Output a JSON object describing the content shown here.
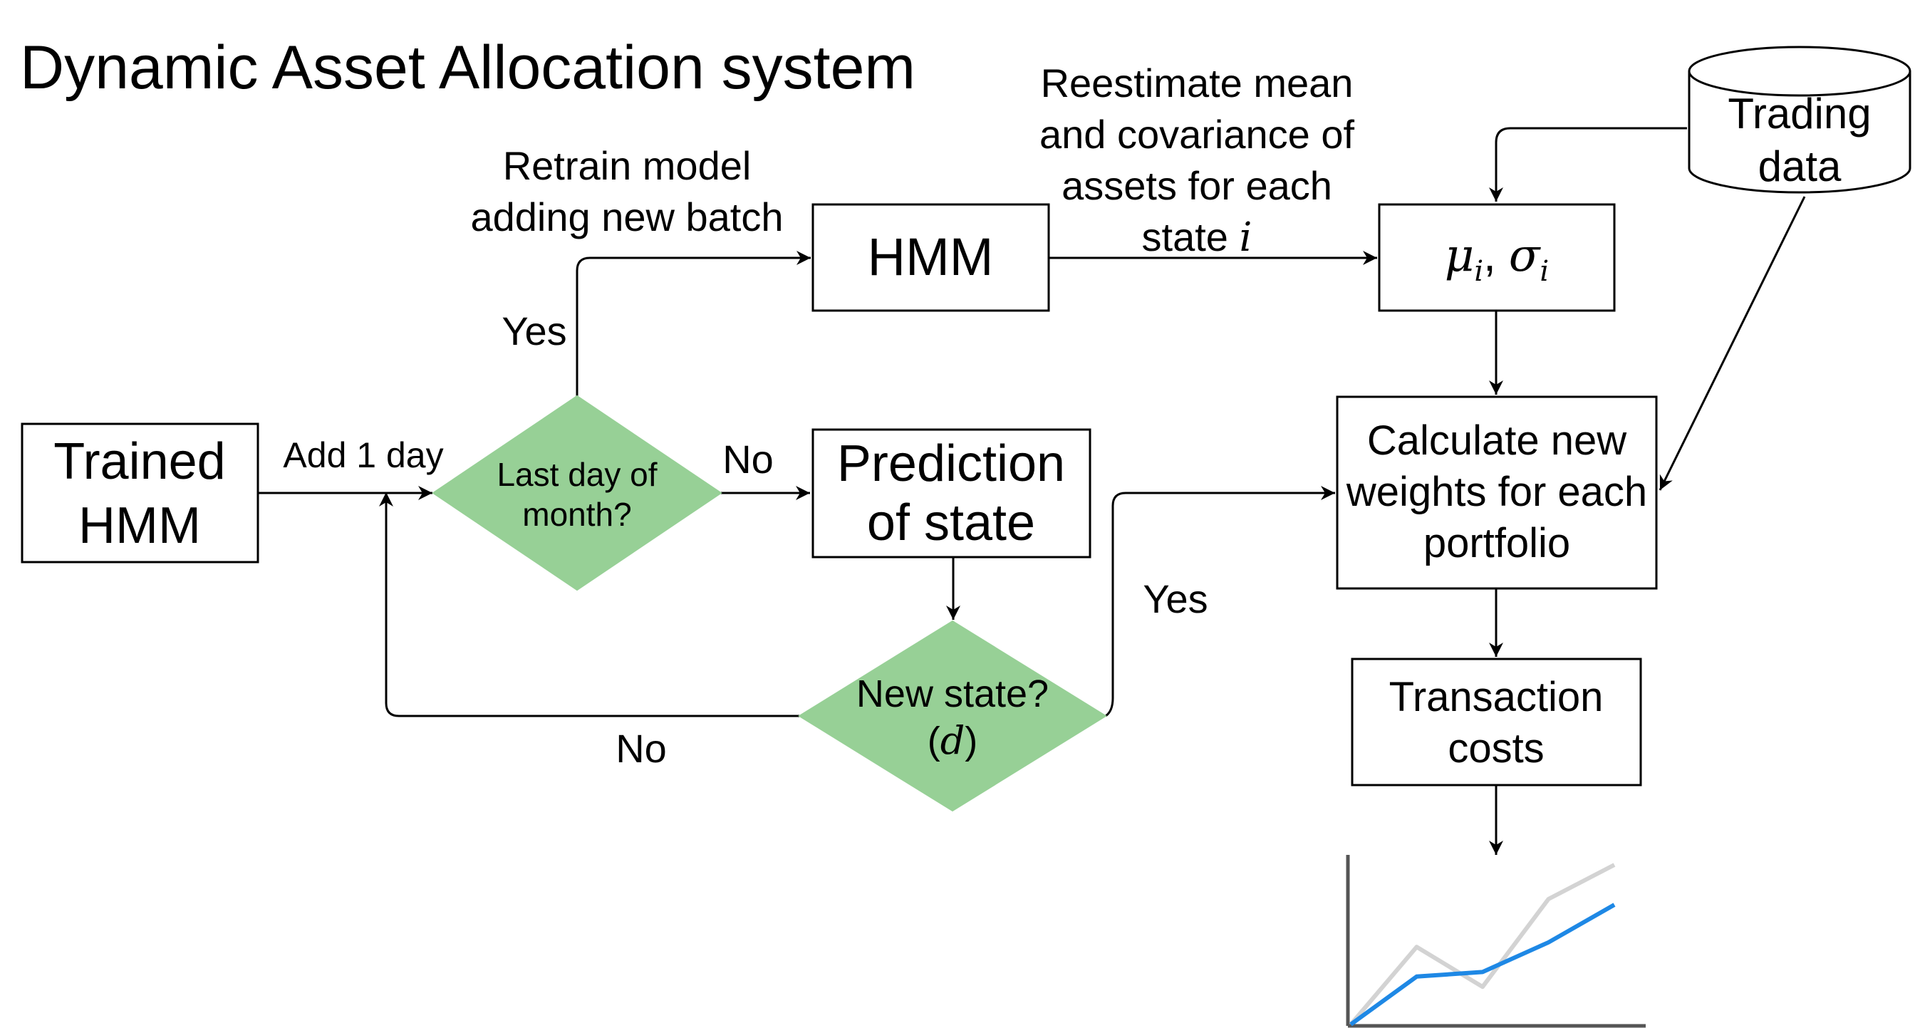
{
  "title": "Dynamic Asset Allocation system",
  "colors": {
    "decision_fill": "#97d096",
    "line_main": "#1e88e5",
    "line_secondary": "#d3d3d3",
    "axis": "#555555"
  },
  "nodes": {
    "trained_hmm": {
      "line1": "Trained",
      "line2": "HMM"
    },
    "last_day": {
      "line1": "Last day of",
      "line2": "month?"
    },
    "hmm": {
      "label": "HMM"
    },
    "mu_sigma": {
      "mu": "μ",
      "mu_sub": "i",
      "sep": ", ",
      "sigma": "σ",
      "sigma_sub": "i"
    },
    "prediction": {
      "line1": "Prediction",
      "line2": "of state"
    },
    "new_state": {
      "line1": "New state?",
      "line2_open": "(",
      "line2_var": "d",
      "line2_close": ")"
    },
    "trading_data": {
      "line1": "Trading",
      "line2": "data"
    },
    "calculate": {
      "line1": "Calculate new",
      "line2": "weights for each",
      "line3": "portfolio"
    },
    "transaction": {
      "line1": "Transaction",
      "line2": "costs"
    }
  },
  "edge_labels": {
    "add_day": "Add 1 day",
    "retrain_1": "Retrain model",
    "retrain_2": "adding new batch",
    "yes_top": "Yes",
    "no_mid": "No",
    "reestimate_1": "Reestimate mean",
    "reestimate_2": "and covariance of",
    "reestimate_3": "assets for each",
    "reestimate_4": "state ",
    "reestimate_var": "i",
    "yes_right": "Yes",
    "no_bottom": "No"
  },
  "chart_data": {
    "type": "line",
    "x": [
      0,
      1,
      2,
      3,
      4
    ],
    "series": [
      {
        "values": [
          0,
          0.42,
          0.46,
          0.72,
          1.05
        ],
        "color": "#1e88e5"
      },
      {
        "values": [
          0,
          0.68,
          0.33,
          1.1,
          1.4
        ],
        "color": "#d3d3d3"
      }
    ]
  }
}
